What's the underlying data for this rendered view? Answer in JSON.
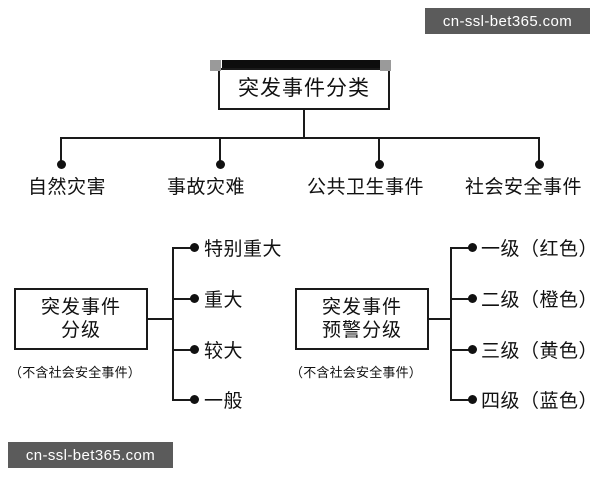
{
  "watermark": {
    "text": "cn-ssl-bet365.com"
  },
  "diagram": {
    "root": {
      "label": "突发事件分类"
    },
    "categories": [
      {
        "label": "自然灾害"
      },
      {
        "label": "事故灾难"
      },
      {
        "label": "公共卫生事件"
      },
      {
        "label": "社会安全事件"
      }
    ],
    "grade_group": {
      "title_line1": "突发事件",
      "title_line2": "分级",
      "note": "（不含社会安全事件）",
      "levels": [
        {
          "label": "特别重大"
        },
        {
          "label": "重大"
        },
        {
          "label": "较大"
        },
        {
          "label": "一般"
        }
      ]
    },
    "warning_group": {
      "title_line1": "突发事件",
      "title_line2": "预警分级",
      "note": "（不含社会安全事件）",
      "levels": [
        {
          "label": "一级（红色）"
        },
        {
          "label": "二级（橙色）"
        },
        {
          "label": "三级（黄色）"
        },
        {
          "label": "四级（蓝色）"
        }
      ]
    }
  },
  "colors": {
    "line": "#1a1a1a",
    "watermark_bg": "#5b5b5b",
    "watermark_fg": "#ffffff",
    "handle": "#9a9a9a",
    "background": "#ffffff"
  }
}
